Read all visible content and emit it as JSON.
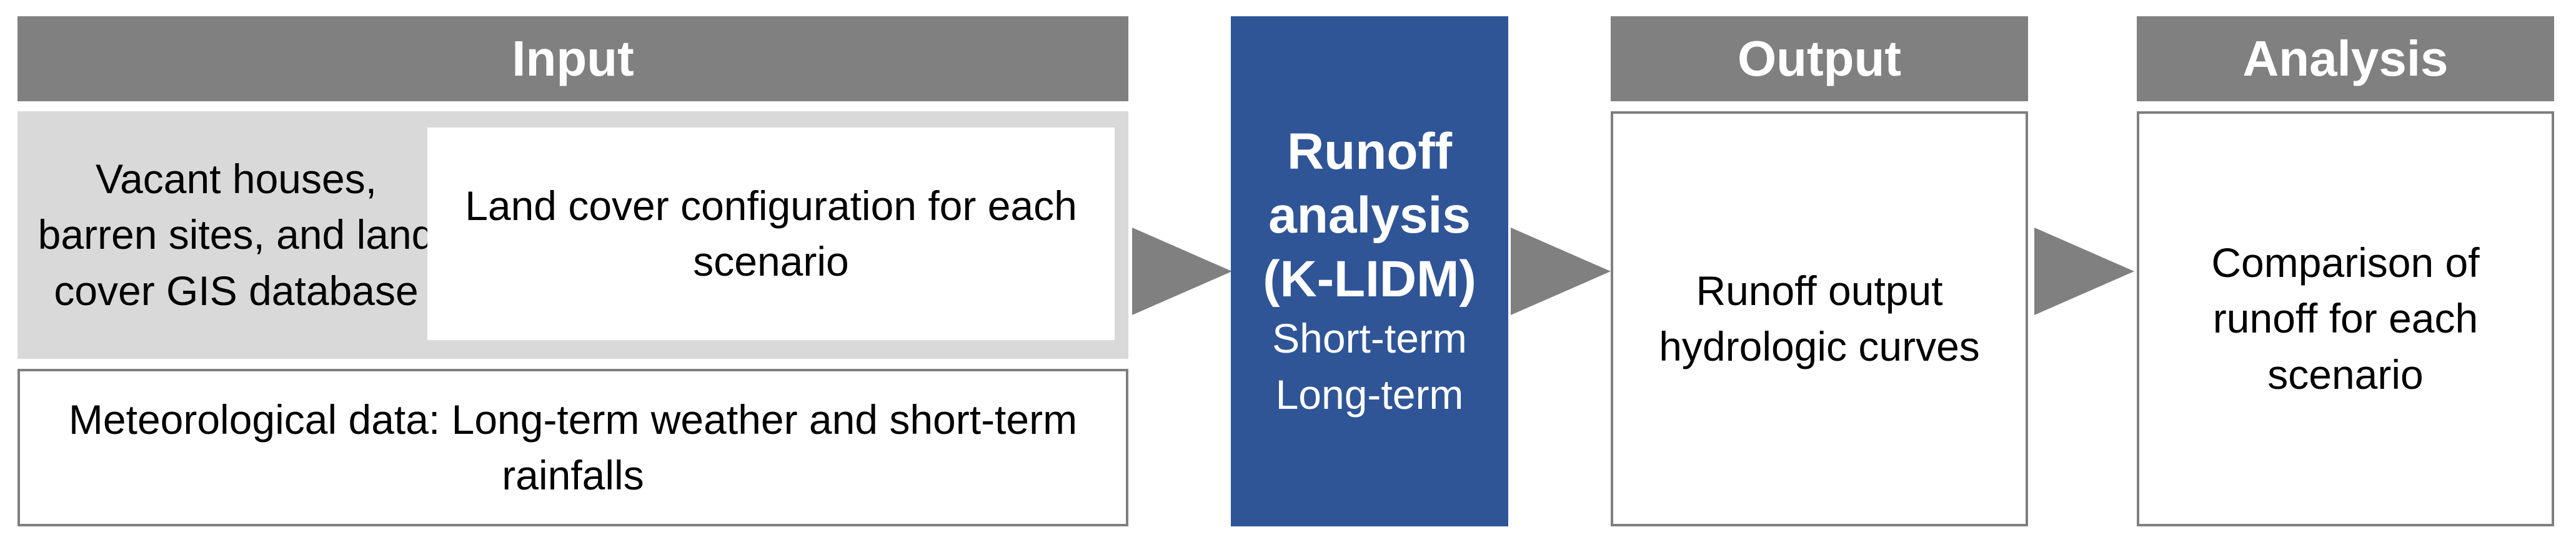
{
  "headers": {
    "input": "Input",
    "output": "Output",
    "analysis": "Analysis"
  },
  "input": {
    "gis_text": "Vacant houses, barren sites, and land cover GIS database",
    "config_text": "Land cover configuration for each scenario",
    "met_text": "Meteorological data: Long-term weather and short-term rainfalls"
  },
  "model": {
    "title_lines": [
      "Runoff",
      "analysis",
      "(K-LIDM)"
    ],
    "sub_lines": [
      "Short-term",
      "Long-term"
    ]
  },
  "output_text": "Runoff output hydrologic curves",
  "analysis_text": "Comparison of runoff for each scenario",
  "colors": {
    "header_gray": "#808080",
    "light_gray": "#d9d9d9",
    "model_blue": "#2f5597",
    "border_gray": "#7f7f7f"
  }
}
